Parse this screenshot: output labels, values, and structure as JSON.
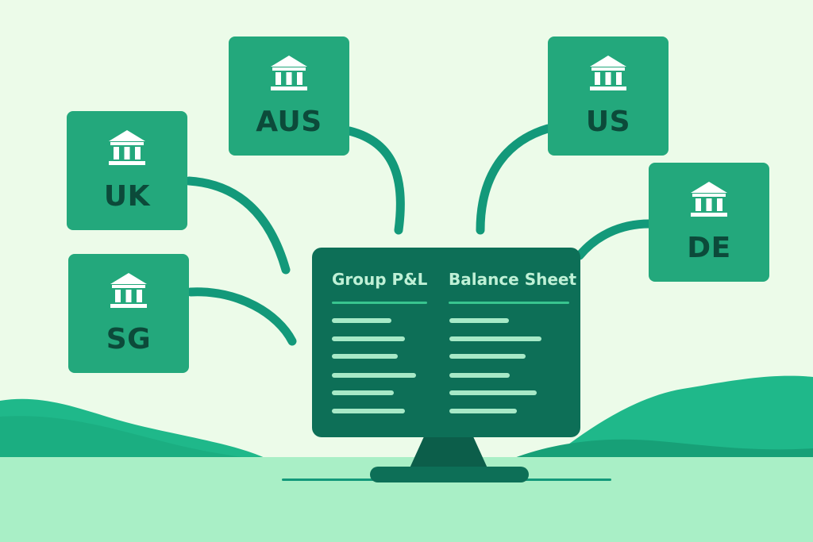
{
  "entities": [
    {
      "code": "UK",
      "icon": "bank-icon"
    },
    {
      "code": "AUS",
      "icon": "bank-icon"
    },
    {
      "code": "US",
      "icon": "bank-icon"
    },
    {
      "code": "DE",
      "icon": "bank-icon"
    },
    {
      "code": "SG",
      "icon": "bank-icon"
    }
  ],
  "report": {
    "left_title": "Group P&L",
    "right_title": "Balance Sheet"
  },
  "colors": {
    "background": "#ecfbe9",
    "card": "#23a87c",
    "card_text": "#0c4a3a",
    "screen": "#0d6f57",
    "arrow": "#13997a",
    "hill": "#1fb88a",
    "ground": "#a9efc6"
  }
}
